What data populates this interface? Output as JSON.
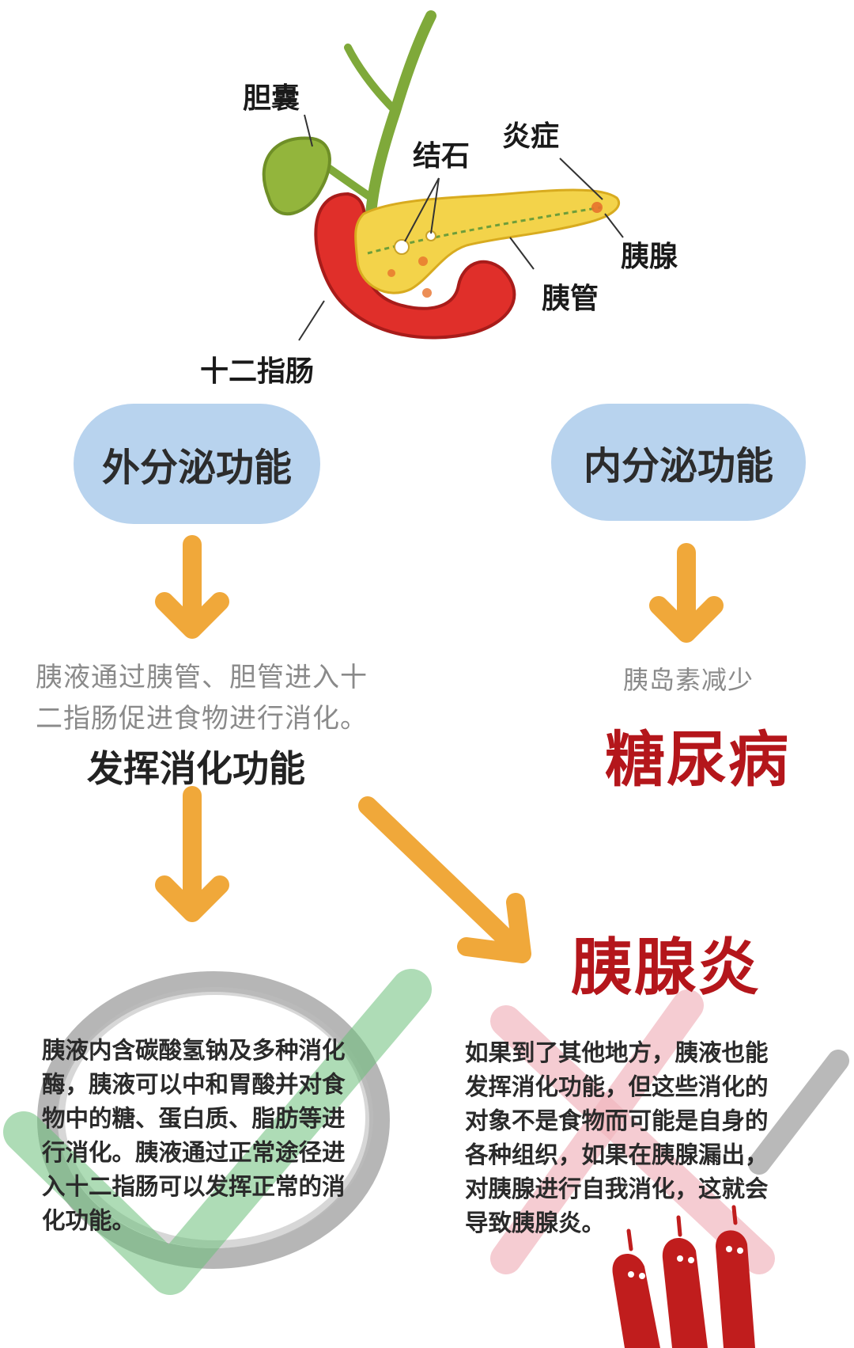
{
  "anatomy": {
    "labels": {
      "gallbladder": "胆囊",
      "stone": "结石",
      "inflammation": "炎症",
      "pancreas": "胰腺",
      "pancreatic_duct": "胰管",
      "duodenum": "十二指肠"
    }
  },
  "left_branch": {
    "pill": "外分泌功能",
    "note_lines": [
      "胰液通过胰管、胆管进入十",
      "二指肠促进食物进行消化。"
    ],
    "heading": "发挥消化功能",
    "paragraph_lines": [
      "胰液内含碳酸氢钠及多种消化",
      "酶，胰液可以中和胃酸并对食",
      "物中的糖、蛋白质、脂肪等进",
      "行消化。胰液通过正常途径进",
      "入十二指肠可以发挥正常的消",
      "化功能。"
    ]
  },
  "right_branch": {
    "pill": "内分泌功能",
    "note": "胰岛素减少",
    "disease": "糖尿病"
  },
  "pancreatitis": {
    "heading": "胰腺炎",
    "paragraph_lines": [
      "如果到了其他地方，胰液也能",
      "发挥消化功能，但这些消化的",
      "对象不是食物而可能是自身的",
      "各种组织，如果在胰腺漏出，",
      "对胰腺进行自我消化，这就会",
      "导致胰腺炎。"
    ]
  },
  "colors": {
    "pill_bg": "#b8d3ee",
    "arrow": "#f0a83a",
    "red_text": "#b4161b",
    "check": "#6cc07a",
    "cross": "#f2b7bf"
  }
}
